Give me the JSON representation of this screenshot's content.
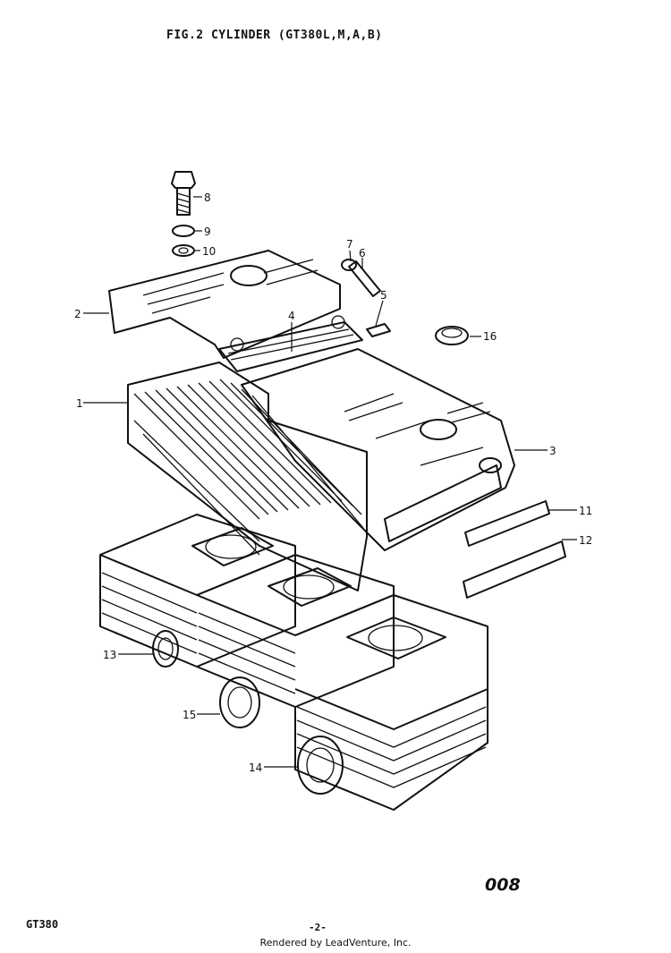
{
  "header": {
    "title": "FIG.2  CYLINDER (GT380L,M,A,B)"
  },
  "callouts": [
    {
      "id": "1",
      "label": "1"
    },
    {
      "id": "2",
      "label": "2"
    },
    {
      "id": "3",
      "label": "3"
    },
    {
      "id": "4",
      "label": "4"
    },
    {
      "id": "5",
      "label": "5"
    },
    {
      "id": "6",
      "label": "6"
    },
    {
      "id": "7",
      "label": "7"
    },
    {
      "id": "8",
      "label": "8"
    },
    {
      "id": "9",
      "label": "9"
    },
    {
      "id": "10",
      "label": "10"
    },
    {
      "id": "11",
      "label": "11"
    },
    {
      "id": "12",
      "label": "12"
    },
    {
      "id": "13",
      "label": "13"
    },
    {
      "id": "14",
      "label": "14"
    },
    {
      "id": "15",
      "label": "15"
    },
    {
      "id": "16",
      "label": "16"
    }
  ],
  "stamp": "008",
  "footer": {
    "model": "GT380",
    "page": "-2-",
    "rendered_by": "Rendered by LeadVenture, Inc."
  }
}
